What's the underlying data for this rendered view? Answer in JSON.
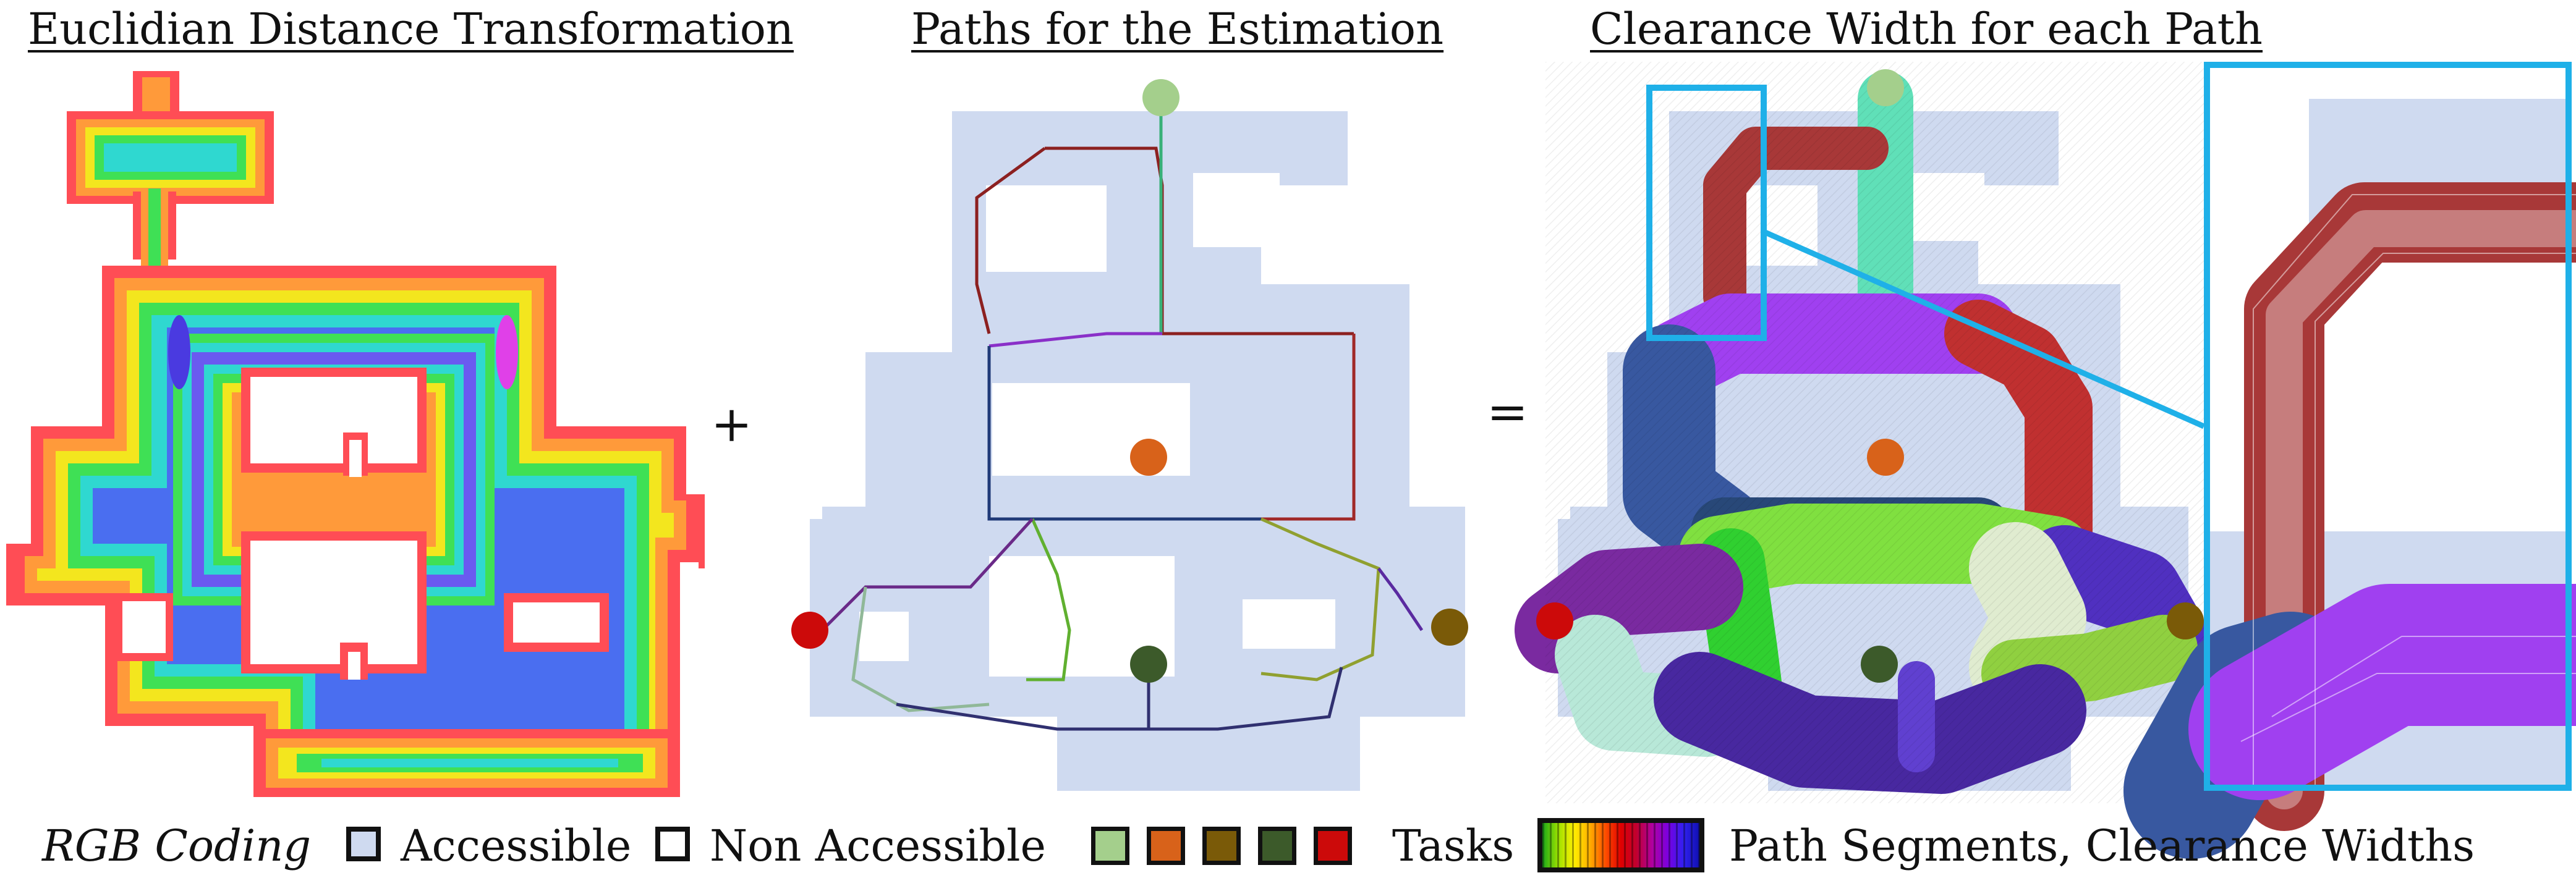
{
  "titles": {
    "edt": "Euclidian Distance Transformation",
    "paths": "Paths for the Estimation",
    "clearance": "Clearance Width for each Path"
  },
  "operators": {
    "plus": "+",
    "equals": "="
  },
  "legend": {
    "rgb_coding": "RGB Coding",
    "accessible": "Accessible",
    "non_accessible": "Non Accessible",
    "tasks": "Tasks",
    "segments": "Path Segments, Clearance Widths"
  },
  "colors": {
    "accessible": "#cfdaf0",
    "tasks": [
      "#a4cf8c",
      "#d8621a",
      "#7a5a08",
      "#3c5a2a",
      "#cc0a0a"
    ],
    "highlight": "#1fb0e8"
  }
}
